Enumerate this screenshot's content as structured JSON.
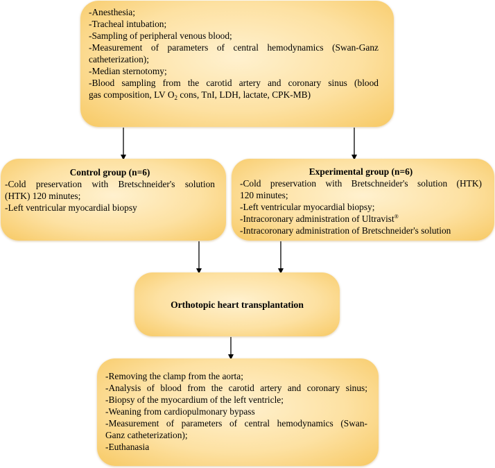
{
  "top_box": {
    "lines": [
      "-Anesthesia;",
      "-Tracheal intubation;",
      "-Sampling of peripheral venous blood;",
      "-Measurement of parameters of central hemodynamics (Swan-Ganz",
      "catheterization);",
      "-Median sternotomy;",
      "-Blood sampling from the carotid artery and coronary sinus (blood"
    ],
    "last_line_pre": "gas composition, LV O",
    "last_line_sub": "2",
    "last_line_post": " cons, TnI, LDH, lactate, CPK-MB)"
  },
  "control_box": {
    "title": "Control group (n=6)",
    "lines": [
      "-Cold preservation with Bretschneider's solution",
      "(HTK) 120 minutes;",
      "-Left ventricular myocardial biopsy"
    ]
  },
  "experimental_box": {
    "title": "Experimental group (n=6)",
    "lines": [
      "-Cold preservation with Bretschneider's solution (HTK)",
      "120 minutes;",
      "-Left ventricular myocardial biopsy;"
    ],
    "ultravist_pre": "-Intracoronary administration of Ultravist",
    "ultravist_sup": "®",
    "last_line": "-Intracoronary administration of Bretschneider's solution"
  },
  "transplant_box": {
    "title": "Orthotopic heart transplantation"
  },
  "bottom_box": {
    "lines": [
      "-Removing the clamp from the aorta;",
      "-Analysis of blood from the carotid artery and coronary sinus;",
      "-Biopsy of the myocardium of the left ventricle;",
      "-Weaning from cardiopulmonary bypass",
      "-Measurement of parameters of central hemodynamics (Swan-",
      "Ganz catheterization);",
      "-Euthanasia"
    ]
  },
  "colors": {
    "box_fill": "#fde1a2",
    "box_edge": "#f7c964",
    "arrow": "#000000"
  }
}
